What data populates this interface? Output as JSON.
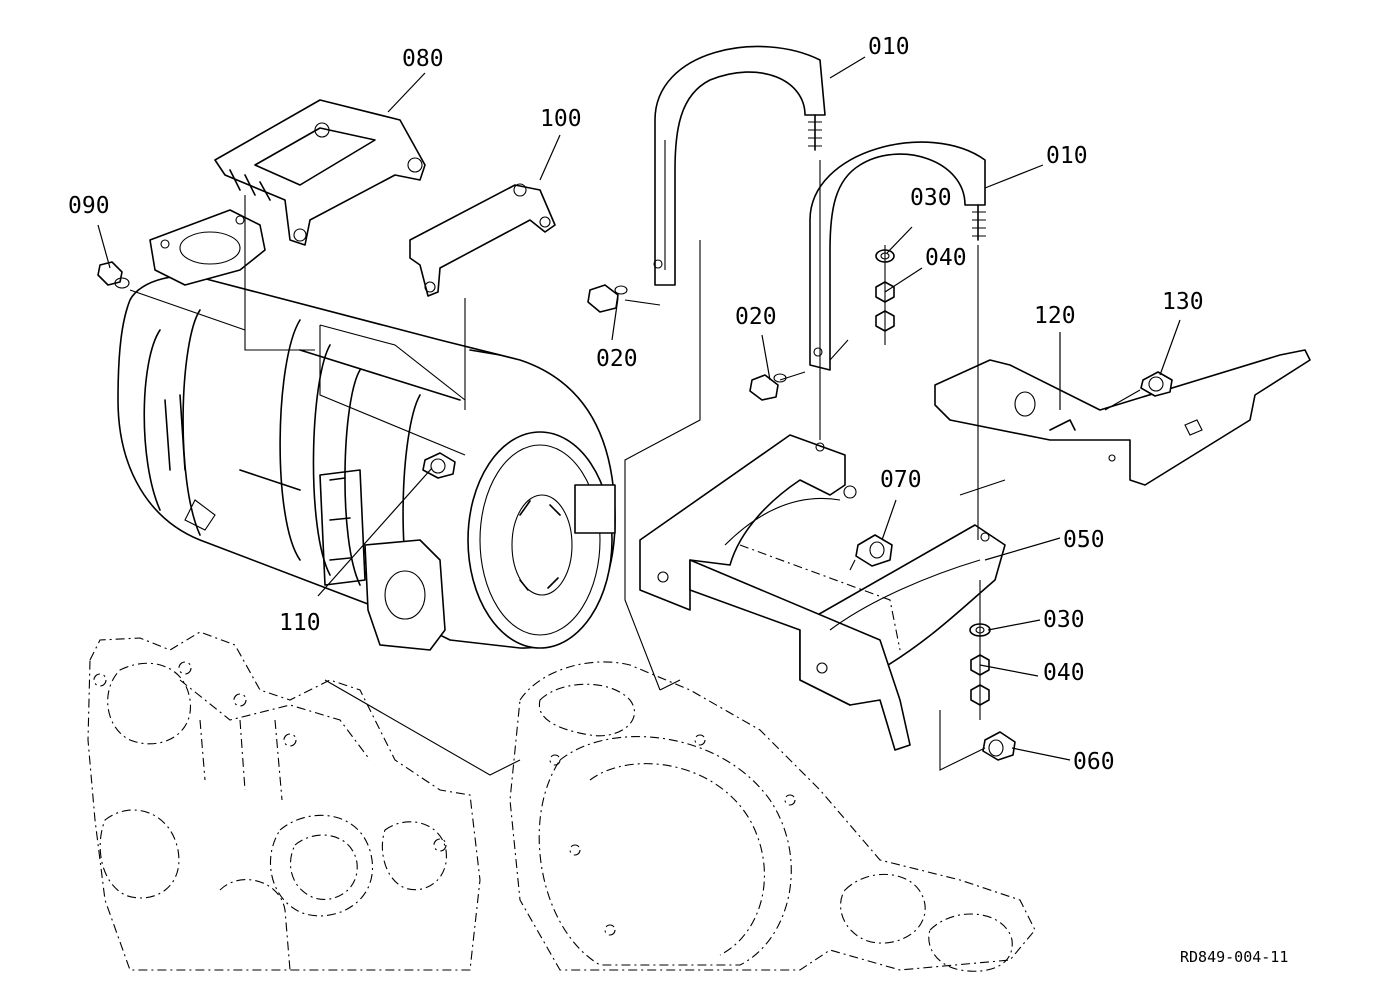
{
  "callouts": {
    "p010a": "010",
    "p010b": "010",
    "p020a": "020",
    "p020b": "020",
    "p030a": "030",
    "p030b": "030",
    "p040a": "040",
    "p040b": "040",
    "p050": "050",
    "p060": "060",
    "p070": "070",
    "p080": "080",
    "p090": "090",
    "p100": "100",
    "p110": "110",
    "p120": "120",
    "p130": "130"
  },
  "drawing_ref": "RD849-004-11"
}
